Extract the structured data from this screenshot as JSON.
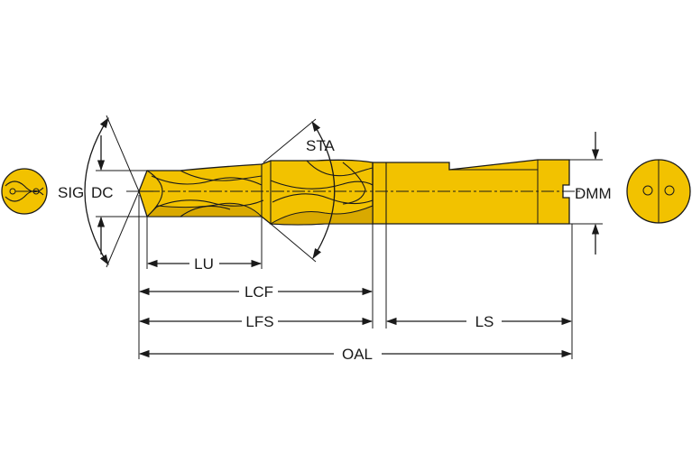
{
  "colors": {
    "tool_body": "#f2c200",
    "tool_shadow": "#d9a900",
    "line": "#1a1a1a",
    "background": "#ffffff"
  },
  "labels": {
    "sig": "SIG",
    "dc": "DC",
    "sta": "STA",
    "dmm": "DMM",
    "lu": "LU",
    "lcf": "LCF",
    "lfs": "LFS",
    "ls": "LS",
    "oal": "OAL"
  }
}
